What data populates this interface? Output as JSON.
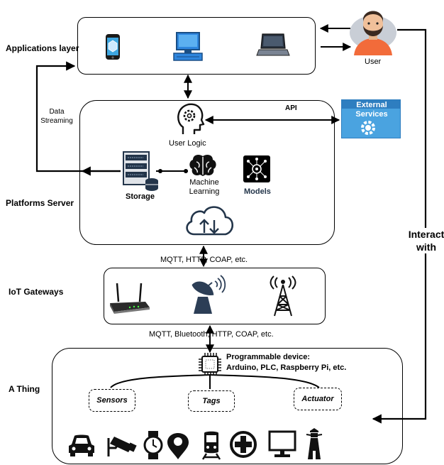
{
  "layers": {
    "applications": "Applications layer",
    "platforms": "Platforms Server",
    "gateways": "IoT Gateways",
    "thing": "A Thing"
  },
  "user": {
    "label": "User"
  },
  "data_streaming": "Data\nStreaming",
  "api": "API",
  "external_services": "External\nServices",
  "platform": {
    "user_logic": "User Logic",
    "storage": "Storage",
    "machine_learning": "Machine\nLearning",
    "models": "Models"
  },
  "protocols_top": "MQTT, HTTP, COAP, etc.",
  "protocols_bottom": "MQTT, Bluetooth, HTTP, COAP, etc.",
  "device": {
    "title": "Programmable device:",
    "subtitle": "Arduino, PLC, Raspberry Pi, etc."
  },
  "thing_items": {
    "sensors": "Sensors",
    "tags": "Tags",
    "actuator": "Actuator"
  },
  "interact": "Interact\nwith",
  "icons": [
    "phone-icon",
    "desktop-icon",
    "laptop-icon",
    "user-avatar-icon",
    "brain-head-icon",
    "server-icon",
    "brain-icon",
    "models-icon",
    "cloud-sync-icon",
    "router-icon",
    "satellite-dish-icon",
    "antenna-tower-icon",
    "chip-icon",
    "car-icon",
    "cctv-icon",
    "watch-icon",
    "location-pin-icon",
    "train-icon",
    "medical-cross-icon",
    "monitor-icon",
    "lighthouse-icon",
    "gear-icon"
  ],
  "colors": {
    "accent_blue": "#2e86de",
    "external_blue": "#4aa3e0",
    "icon_dark": "#1a1a1a"
  }
}
